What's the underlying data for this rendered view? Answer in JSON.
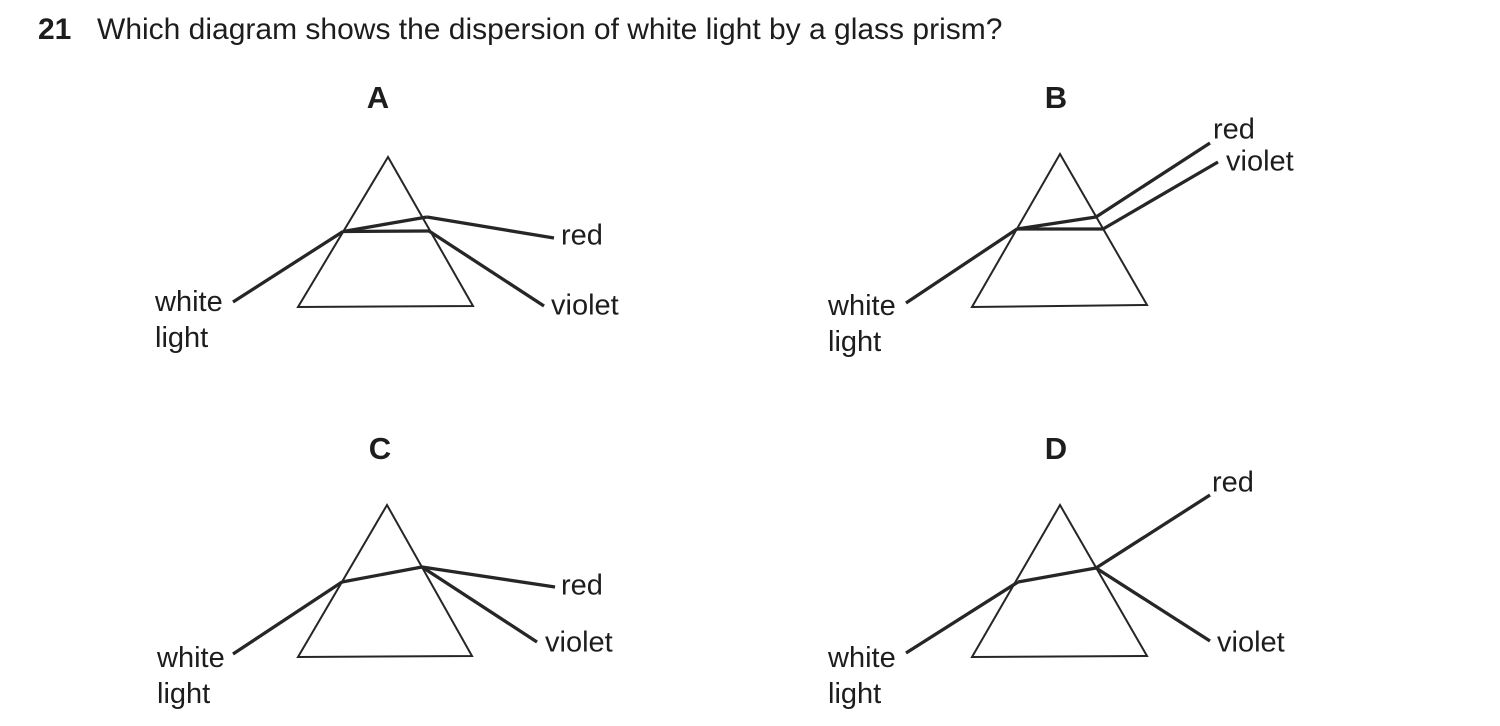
{
  "page": {
    "background": "#ffffff",
    "ink": "#262626"
  },
  "question": {
    "number": "21",
    "text": "Which diagram shows the dispersion of white light by a glass prism?"
  },
  "shared_labels": {
    "white_light": [
      "white",
      "light"
    ],
    "red": "red",
    "violet": "violet"
  },
  "options": [
    {
      "letter": "A",
      "description": "White light splits at the first prism face; inside, one ray rises and one is horizontal; red emerges slightly downward and violet steeply downward on the right."
    },
    {
      "letter": "B",
      "description": "White light splits at the first prism face; red (upper) and violet (lower) both emerge upward to the top right, nearly parallel."
    },
    {
      "letter": "C",
      "description": "White light refracts as a single ray inside the prism and splits at the second face; red emerges slightly downward, violet more steeply downward."
    },
    {
      "letter": "D",
      "description": "White light refracts as a single ray inside the prism and splits at the second face; red emerges steeply upward, violet steeply downward."
    }
  ]
}
